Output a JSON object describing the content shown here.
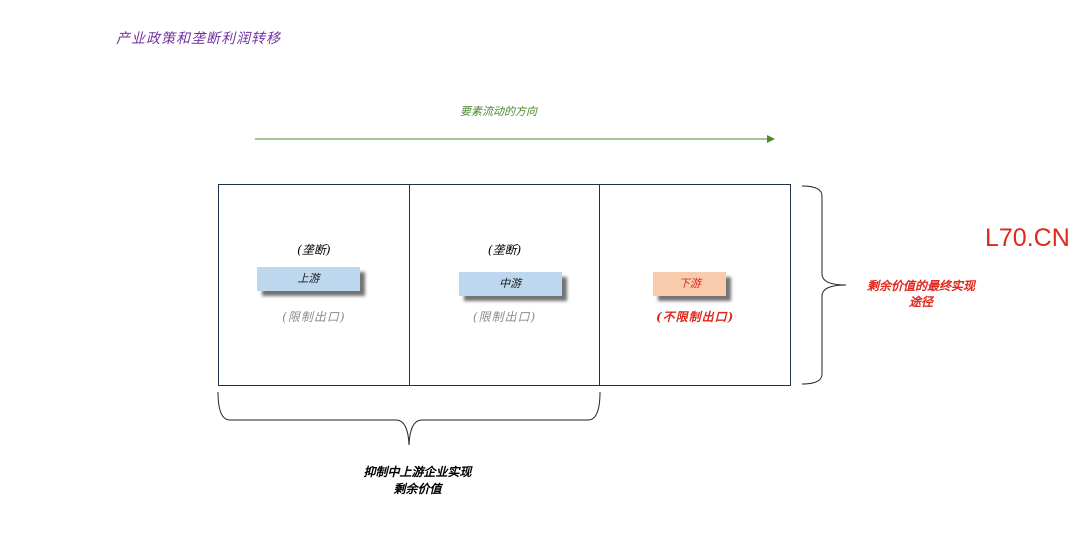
{
  "title": "产业政策和垄断利润转移",
  "flow": {
    "label": "要素流动的方向",
    "arrow_color": "#4e8a2e"
  },
  "stages": [
    {
      "monopoly": "(垄断)",
      "name": "上游",
      "restriction": "(限制出口)"
    },
    {
      "monopoly": "(垄断)",
      "name": "中游",
      "restriction": "(限制出口)"
    },
    {
      "monopoly": "",
      "name": "下游",
      "restriction": "(不限制出口)"
    }
  ],
  "right_note": {
    "line1": "剩余价值的最终实现",
    "line2": "途径"
  },
  "bottom_note": {
    "line1": "抑制中上游企业实现",
    "line2": "剩余价值"
  },
  "watermark": "L70.CN",
  "colors": {
    "title": "#7030a0",
    "upstream_box": "#bdd7ee",
    "downstream_box": "#f8cbad",
    "highlight": "#e0281d",
    "border": "#1f2f4f"
  }
}
